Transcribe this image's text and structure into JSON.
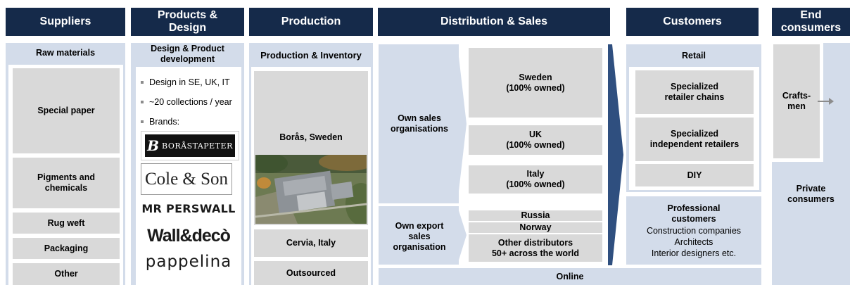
{
  "headers": {
    "suppliers": "Suppliers",
    "products_design": "Products & Design",
    "production": "Production",
    "distribution": "Distribution & Sales",
    "customers": "Customers",
    "end_consumers": "End consumers"
  },
  "suppliers": {
    "title": "Raw materials",
    "items": [
      "Special paper",
      "Pigments and\nchemicals",
      "Rug weft",
      "Packaging",
      "Other"
    ]
  },
  "design": {
    "title": "Design & Product\ndevelopment",
    "bullets": [
      "Design in SE, UK, IT",
      "~20 collections  / year",
      "Brands:"
    ],
    "brands": [
      "BORÅSTAPETER",
      "Cole & Son",
      "MR PERSWALL",
      "Wall&decò",
      "pappelina"
    ]
  },
  "production": {
    "title": "Production & Inventory",
    "sites": [
      "Borås, Sweden",
      "Cervia, Italy",
      "Outsourced"
    ]
  },
  "distribution": {
    "own_sales": "Own sales\norganisations",
    "own_export": "Own export\nsales\norganisation",
    "sweden": "Sweden\n(100% owned)",
    "uk": "UK\n(100% owned)",
    "italy": "Italy\n(100% owned)",
    "russia": "Russia",
    "norway": "Norway",
    "other_distributors": "Other distributors\n50+ across the world",
    "online": "Online"
  },
  "customers": {
    "retail": "Retail",
    "retail_items": [
      "Specialized\nretailer chains",
      "Specialized\nindependent retailers",
      "DIY"
    ],
    "professional_title": "Professional\ncustomers",
    "professional_items": [
      "Construction companies",
      "Architects",
      "Interior designers etc."
    ]
  },
  "end_consumers": {
    "craftsmen": "Crafts-\nmen",
    "private": "Private\nconsumers"
  },
  "colors": {
    "header": "#152a4a",
    "pale_blue": "#d3dcea",
    "grey": "#d9d9d9",
    "arrow": "#2f4f7f"
  }
}
